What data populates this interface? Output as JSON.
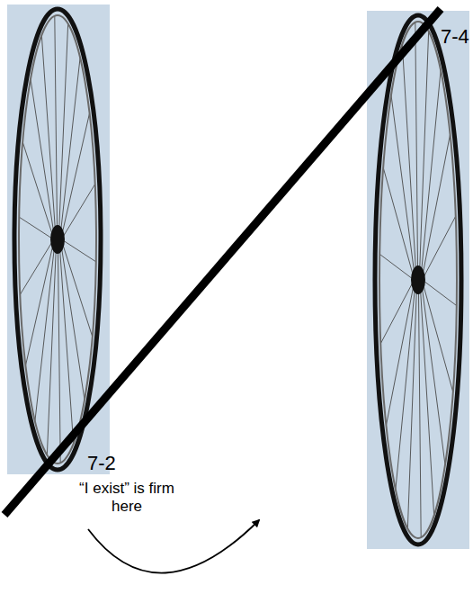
{
  "diagram": {
    "labels": [
      "7-4",
      "7-2",
      "“I exist” is firm here"
    ]
  }
}
